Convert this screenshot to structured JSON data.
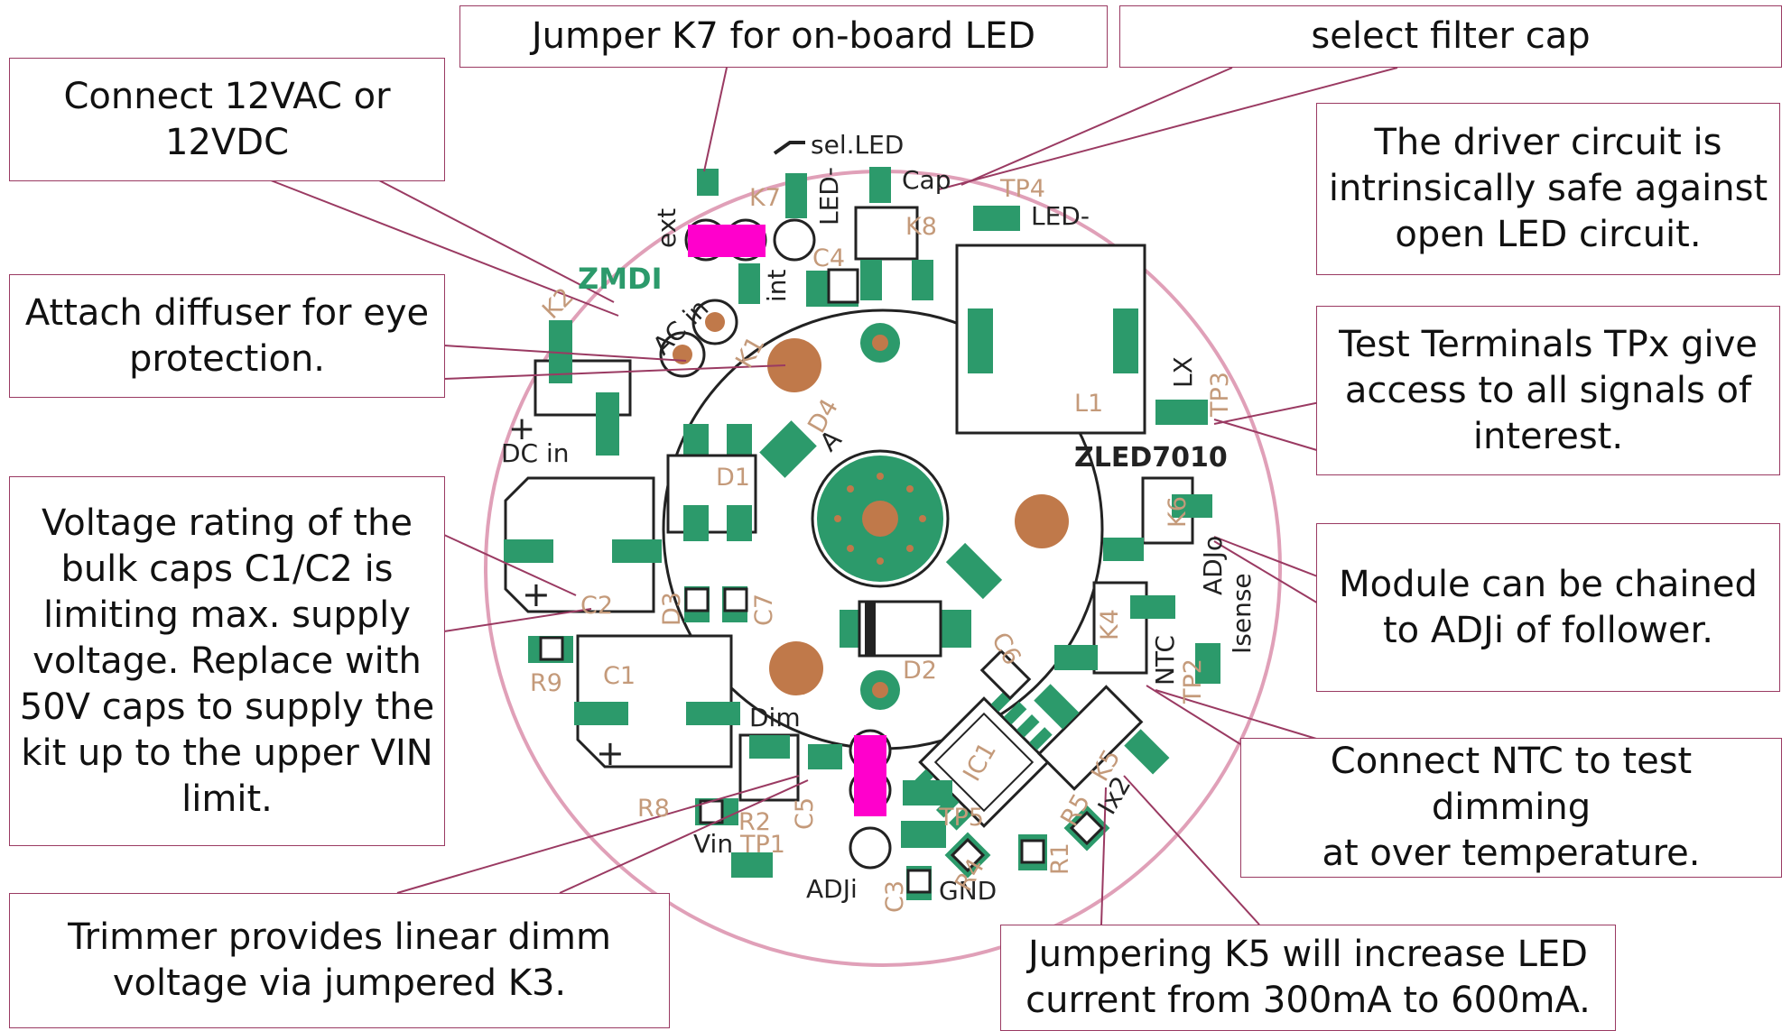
{
  "callouts": {
    "k7_jumper": "Jumper K7 for on-board LED",
    "filter_cap": "select filter cap",
    "supply": "Connect 12VAC or\n12VDC",
    "open_led": "The driver circuit is\nintrinsically safe against\nopen LED circuit.",
    "diffuser": "Attach diffuser for eye\nprotection.",
    "test_terminals": "Test Terminals TPx give\naccess to all signals of\ninterest.",
    "voltage_rating": "Voltage rating of the\nbulk caps C1/C2 is\nlimiting max. supply\nvoltage. Replace with\n50V caps to supply the\nkit up to the upper VIN\nlimit.",
    "chain": "Module can be chained\nto ADJi of follower.",
    "ntc": "Connect NTC to test dimming\nat over temperature.",
    "trimmer": "Trimmer provides linear dimm\nvoltage via jumpered K3.",
    "k5": "Jumpering K5 will increase LED\ncurrent from 300mA to 600mA."
  },
  "board": {
    "brand": "ZMDI",
    "model": "ZLED7010",
    "silkscreen": {
      "sel_led": "sel.LED",
      "cap": "Cap",
      "led_minus_1": "LED-",
      "led_minus_2": "LED-",
      "ext": "ext",
      "int": "int",
      "ac_in": "AC in",
      "plus_sign": "+",
      "dc_in": "DC in",
      "lx": "LX",
      "adjo": "ADJo",
      "isense": "Isense",
      "ntc": "NTC",
      "dim": "Dim",
      "vin": "Vin",
      "adji": "ADJi",
      "gnd": "GND",
      "ix2": "Ix2",
      "a": "A",
      "cap_plus_1": "+",
      "cap_plus_2": "+"
    },
    "refs": {
      "K7": "K7",
      "K8": "K8",
      "TP4": "TP4",
      "C4": "C4",
      "K2": "K2",
      "K1": "K1",
      "L1": "L1",
      "TP3": "TP3",
      "D4": "D4",
      "D1": "D1",
      "K6": "K6",
      "C2": "C2",
      "D3": "D3",
      "C7": "C7",
      "K4": "K4",
      "TP2": "TP2",
      "C6": "C6",
      "D2": "D2",
      "C1": "C1",
      "R9": "R9",
      "IC1": "IC1",
      "K5": "K5",
      "R5": "R5",
      "R8": "R8",
      "R2": "R2",
      "C5": "C5",
      "TP5": "TP5",
      "TP1": "TP1",
      "R4": "R4",
      "R1": "R1",
      "C3": "C3"
    }
  },
  "colors": {
    "board_outline": "#e0a0b8",
    "pad": "#2c9a6b",
    "jumper": "#ff00cc",
    "hole": "#c0794a",
    "reference_text": "#c49a7a",
    "callout_border": "#9a3a62"
  }
}
